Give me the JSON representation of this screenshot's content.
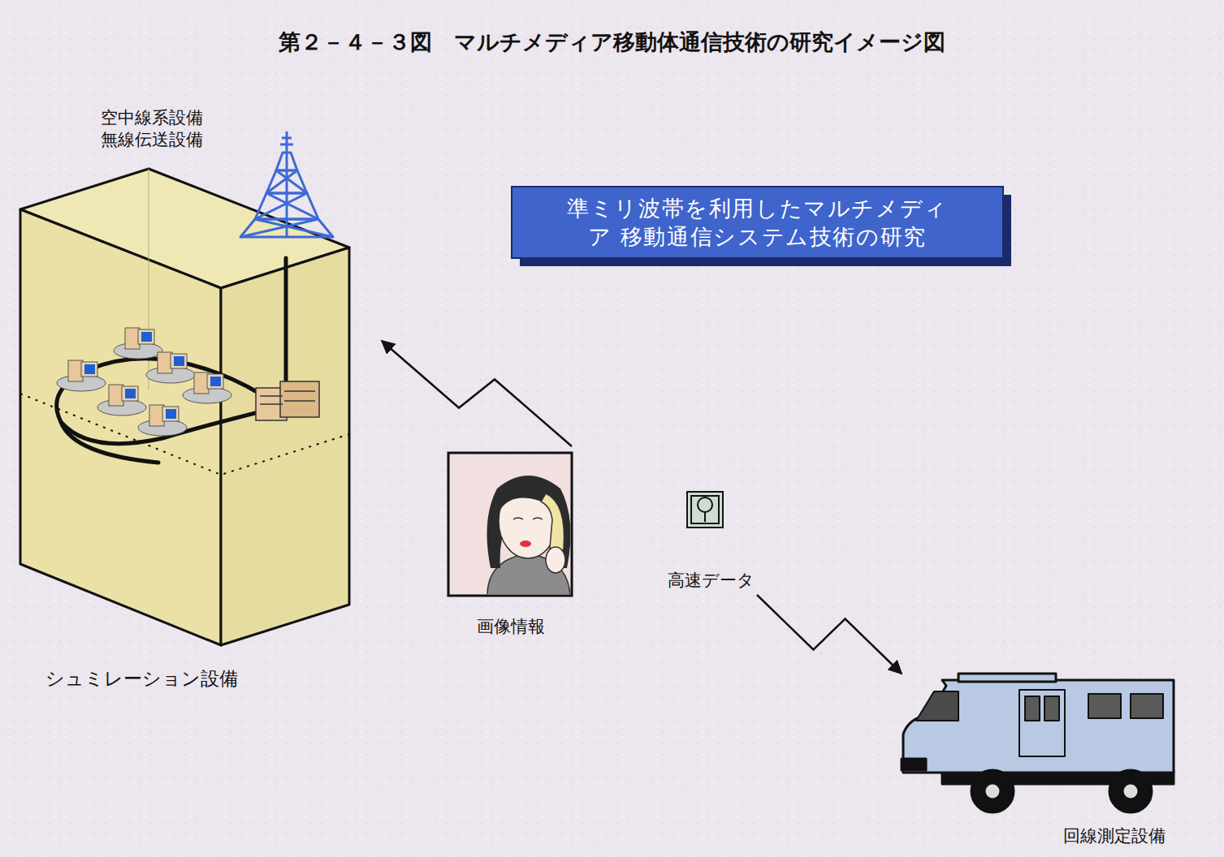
{
  "diagram": {
    "title": "第２－４－３図　マルチメディア移動体通信技術の研究イメージ図",
    "nodes": [
      {
        "text": [
          "シュミレーション設備"
        ]
      },
      {
        "text": [
          "空中線系設備 無線伝送設備"
        ]
      },
      {
        "text": [
          "準ミリ波帯を利用したマルチメディア 移動通信システム技術の研究"
        ]
      },
      {
        "text": [
          "画像情報"
        ]
      },
      {
        "text": [
          "高速データ"
        ]
      },
      {
        "text": [
          "回線測定設備"
        ]
      }
    ],
    "edges": [
      {
        "from": 3,
        "to": 0,
        "arrow": "to"
      },
      {
        "from": 4,
        "to": 5,
        "arrow": "to"
      }
    ]
  }
}
